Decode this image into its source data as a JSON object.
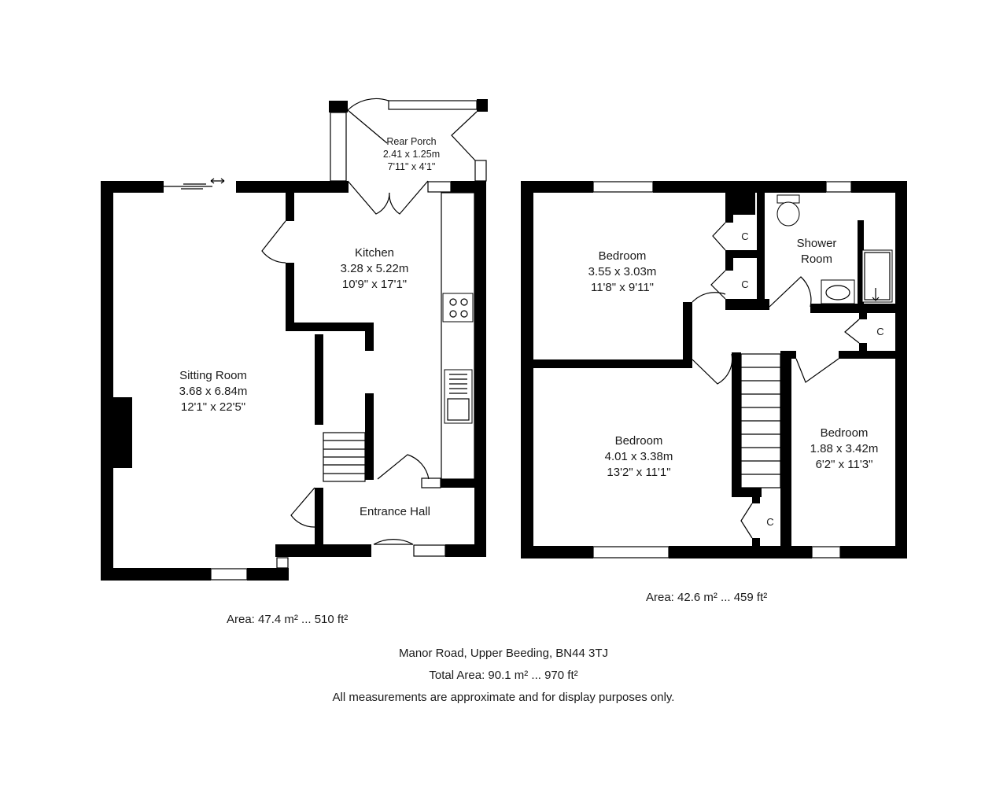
{
  "ground_floor": {
    "area": "Area: 47.4 m² ... 510 ft²",
    "rooms": {
      "rear_porch": {
        "name": "Rear Porch",
        "metric": "2.41 x 1.25m",
        "imperial": "7'11\" x 4'1\""
      },
      "kitchen": {
        "name": "Kitchen",
        "metric": "3.28 x 5.22m",
        "imperial": "10'9\" x 17'1\""
      },
      "sitting_room": {
        "name": "Sitting Room",
        "metric": "3.68 x 6.84m",
        "imperial": "12'1\" x 22'5\""
      },
      "entrance_hall": {
        "name": "Entrance Hall"
      }
    }
  },
  "first_floor": {
    "area": "Area: 42.6 m² ... 459 ft²",
    "rooms": {
      "bedroom_1": {
        "name": "Bedroom",
        "metric": "3.55 x 3.03m",
        "imperial": "11'8\" x 9'11\""
      },
      "bedroom_2": {
        "name": "Bedroom",
        "metric": "4.01 x 3.38m",
        "imperial": "13'2\" x 11'1\""
      },
      "bedroom_3": {
        "name": "Bedroom",
        "metric": "1.88 x 3.42m",
        "imperial": "6'2\" x 11'3\""
      },
      "shower_room": {
        "line1": "Shower",
        "line2": "Room"
      }
    },
    "cupboard_label": "C"
  },
  "footer": {
    "address": "Manor Road, Upper Beeding, BN44 3TJ",
    "total_area": "Total Area: 90.1 m² ... 970 ft²",
    "disclaimer": "All measurements are approximate and for display purposes only."
  },
  "colors": {
    "wall": "#000000",
    "background": "#ffffff",
    "text": "#1a1a1a"
  },
  "icons": [
    "sliding-door-arrow-icon",
    "hob-icon",
    "sink-icon",
    "toilet-icon",
    "shower-tray-icon",
    "basin-icon",
    "chimney-breast-icon"
  ]
}
